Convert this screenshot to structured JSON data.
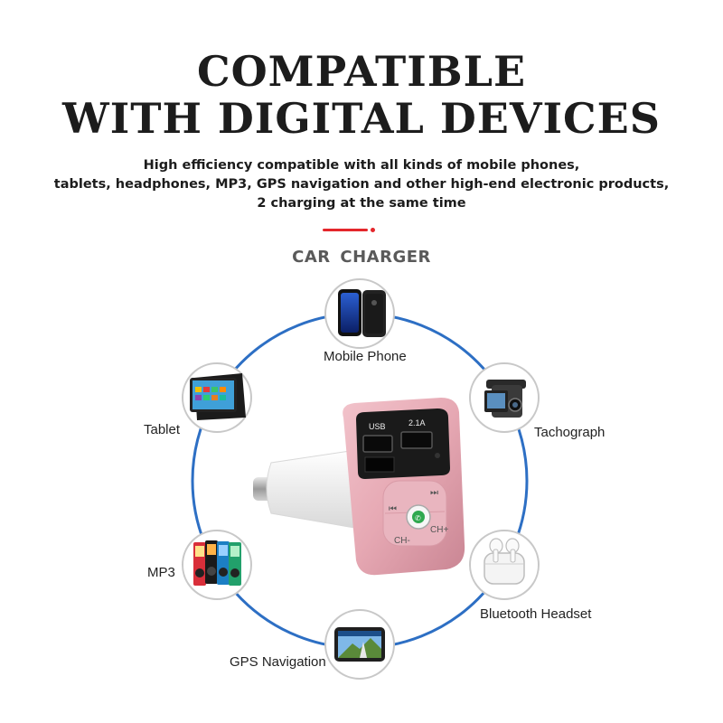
{
  "headline": {
    "line1": "COMPATIBLE",
    "line2": "WITH DIGITAL DEVICES"
  },
  "subtitle": {
    "line1": "High efficiency compatible with all kinds of mobile phones,",
    "line2": "tablets, headphones, MP3, GPS navigation and other high-end electronic products,",
    "line3": "2 charging at the same time"
  },
  "section_title": "CAR  CHARGER",
  "devices": {
    "phone": "Mobile Phone",
    "tablet": "Tablet",
    "tachograph": "Tachograph",
    "mp3": "MP3",
    "headset": "Bluetooth Headset",
    "gps": "GPS Navigation"
  },
  "charger": {
    "port1": "USB",
    "port2": "2.1A",
    "ch_minus": "CH-",
    "ch_plus": "CH+"
  },
  "colors": {
    "accent": "#e4262b",
    "ring": "#2d6fc4",
    "charger_body": "#e6a8b3"
  }
}
